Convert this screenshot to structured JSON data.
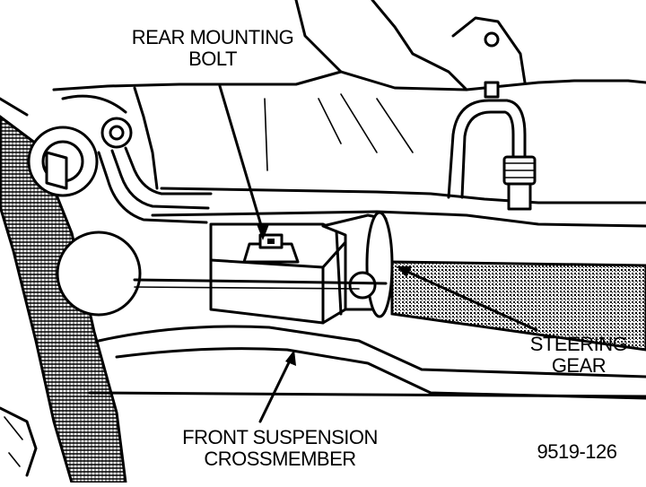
{
  "labels": {
    "rear_mounting_bolt": {
      "line1": "REAR MOUNTING",
      "line2": "BOLT"
    },
    "steering_gear": {
      "line1": "STEERING",
      "line2": "GEAR"
    },
    "front_suspension_crossmember": {
      "line1": "FRONT SUSPENSION",
      "line2": "CROSSMEMBER"
    },
    "figure_id": "9519-126"
  }
}
